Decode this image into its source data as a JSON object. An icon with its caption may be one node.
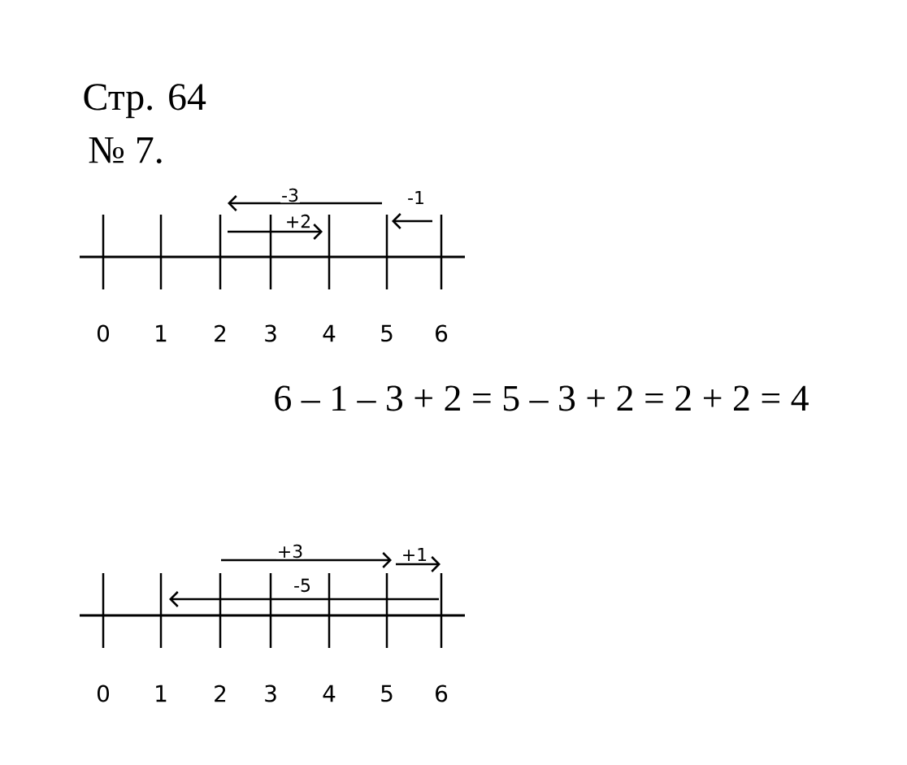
{
  "diagram": {
    "title": "Стр. 64",
    "labels": [
      "№ 7.",
      "-3",
      "-1",
      "+2",
      "0",
      "1",
      "2",
      "3",
      "4",
      "5",
      "6",
      "6 – 1 – 3 + 2 = 5 – 3 + 2 = 2 + 2 = 4",
      "+3",
      "+1",
      "-5",
      "0",
      "1",
      "2",
      "3",
      "4",
      "5",
      "6"
    ]
  }
}
